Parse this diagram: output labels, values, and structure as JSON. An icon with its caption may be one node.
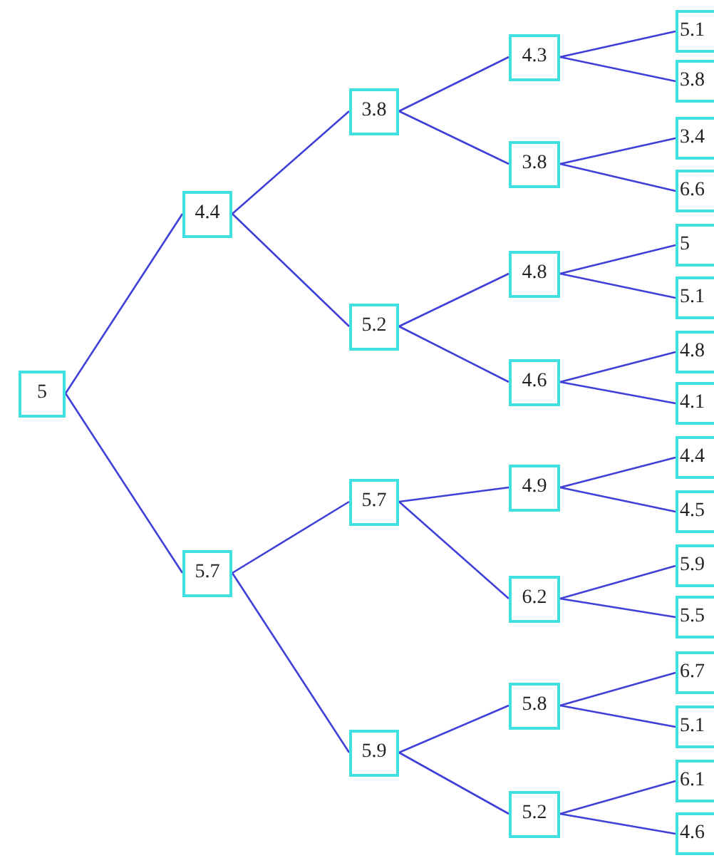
{
  "diagram": {
    "nodes": [
      {
        "text": [
          "5"
        ]
      },
      {
        "text": [
          "4.4"
        ]
      },
      {
        "text": [
          "3.8"
        ]
      },
      {
        "text": [
          "4.3"
        ]
      },
      {
        "text": [
          "5.1"
        ]
      },
      {
        "text": [
          "3.8"
        ]
      },
      {
        "text": [
          "3.8"
        ]
      },
      {
        "text": [
          "3.4"
        ]
      },
      {
        "text": [
          "6.6"
        ]
      },
      {
        "text": [
          "5.2"
        ]
      },
      {
        "text": [
          "4.8"
        ]
      },
      {
        "text": [
          "5"
        ]
      },
      {
        "text": [
          "5.1"
        ]
      },
      {
        "text": [
          "4.6"
        ]
      },
      {
        "text": [
          "4.8"
        ]
      },
      {
        "text": [
          "4.1"
        ]
      },
      {
        "text": [
          "5.7"
        ]
      },
      {
        "text": [
          "5.7"
        ]
      },
      {
        "text": [
          "4.9"
        ]
      },
      {
        "text": [
          "4.4"
        ]
      },
      {
        "text": [
          "4.5"
        ]
      },
      {
        "text": [
          "6.2"
        ]
      },
      {
        "text": [
          "5.9"
        ]
      },
      {
        "text": [
          "5.5"
        ]
      },
      {
        "text": [
          "5.9"
        ]
      },
      {
        "text": [
          "5.8"
        ]
      },
      {
        "text": [
          "6.7"
        ]
      },
      {
        "text": [
          "5.1"
        ]
      },
      {
        "text": [
          "5.2"
        ]
      },
      {
        "text": [
          "6.1"
        ]
      },
      {
        "text": [
          "4.6"
        ]
      }
    ],
    "edges": [
      {
        "from": 0,
        "to": 1,
        "arrow": "none"
      },
      {
        "from": 1,
        "to": 2,
        "arrow": "none"
      },
      {
        "from": 2,
        "to": 3,
        "arrow": "none"
      },
      {
        "from": 3,
        "to": 4,
        "arrow": "none"
      },
      {
        "from": 3,
        "to": 5,
        "arrow": "none"
      },
      {
        "from": 2,
        "to": 6,
        "arrow": "none"
      },
      {
        "from": 6,
        "to": 7,
        "arrow": "none"
      },
      {
        "from": 6,
        "to": 8,
        "arrow": "none"
      },
      {
        "from": 1,
        "to": 9,
        "arrow": "none"
      },
      {
        "from": 9,
        "to": 10,
        "arrow": "none"
      },
      {
        "from": 10,
        "to": 11,
        "arrow": "none"
      },
      {
        "from": 10,
        "to": 12,
        "arrow": "none"
      },
      {
        "from": 9,
        "to": 13,
        "arrow": "none"
      },
      {
        "from": 13,
        "to": 14,
        "arrow": "none"
      },
      {
        "from": 13,
        "to": 15,
        "arrow": "none"
      },
      {
        "from": 0,
        "to": 16,
        "arrow": "none"
      },
      {
        "from": 16,
        "to": 17,
        "arrow": "none"
      },
      {
        "from": 17,
        "to": 18,
        "arrow": "none"
      },
      {
        "from": 18,
        "to": 19,
        "arrow": "none"
      },
      {
        "from": 18,
        "to": 20,
        "arrow": "none"
      },
      {
        "from": 17,
        "to": 21,
        "arrow": "none"
      },
      {
        "from": 21,
        "to": 22,
        "arrow": "none"
      },
      {
        "from": 21,
        "to": 23,
        "arrow": "none"
      },
      {
        "from": 16,
        "to": 24,
        "arrow": "none"
      },
      {
        "from": 24,
        "to": 25,
        "arrow": "none"
      },
      {
        "from": 25,
        "to": 26,
        "arrow": "none"
      },
      {
        "from": 25,
        "to": 27,
        "arrow": "none"
      },
      {
        "from": 24,
        "to": 28,
        "arrow": "none"
      },
      {
        "from": 28,
        "to": 29,
        "arrow": "none"
      },
      {
        "from": 28,
        "to": 30,
        "arrow": "none"
      }
    ]
  }
}
